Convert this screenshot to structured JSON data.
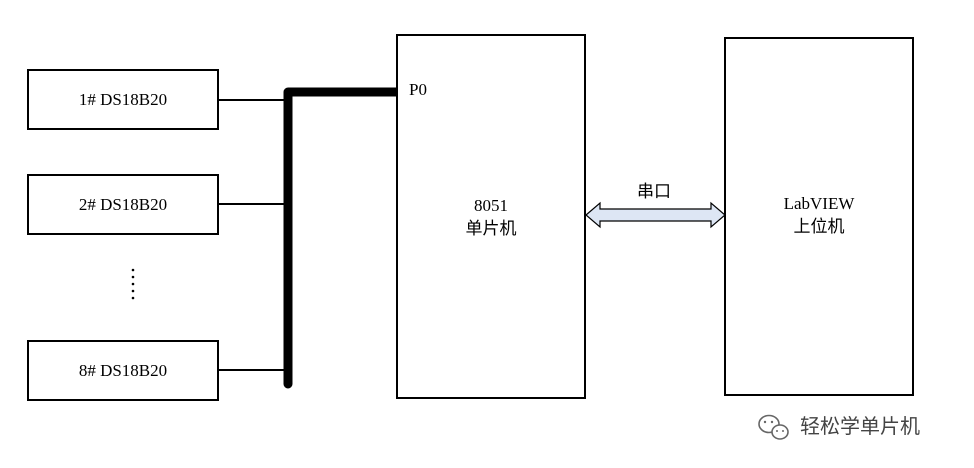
{
  "sensors": [
    {
      "label": "1# DS18B20"
    },
    {
      "label": "2# DS18B20"
    },
    {
      "label": "8# DS18B20"
    }
  ],
  "ellipsis": "⋮",
  "mcu": {
    "port_label": "P0",
    "line1": "8051",
    "line2": "单片机"
  },
  "link": {
    "label": "串口"
  },
  "pc": {
    "line1": "LabVIEW",
    "line2": "上位机"
  },
  "watermark": {
    "text": "轻松学单片机",
    "icon": "wechat-icon"
  },
  "colors": {
    "stroke": "#000000",
    "arrow_fill": "#dde6f4",
    "watermark": "#444444"
  }
}
